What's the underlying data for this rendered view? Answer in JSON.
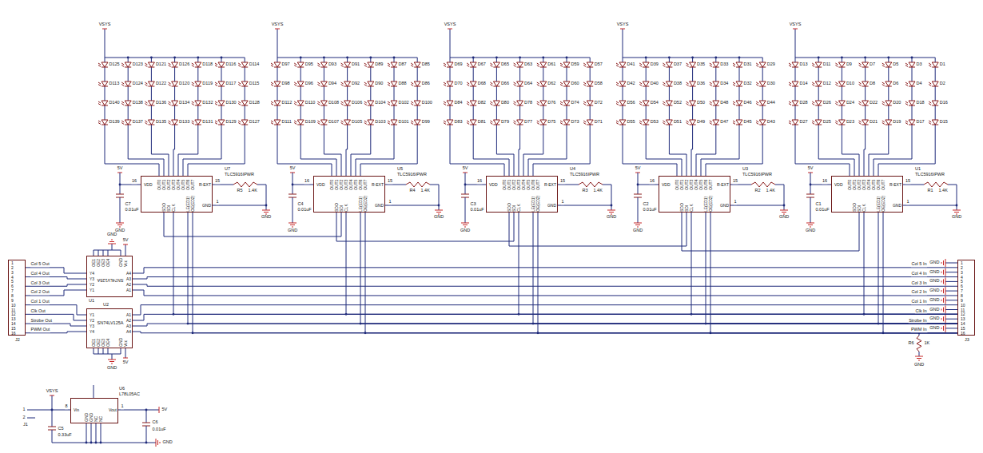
{
  "diagram": {
    "nodes": [
      {
        "text": [
          "U7",
          "TLC5916IPWR",
          "VDD",
          "R-EXT",
          "GND",
          "OUT0",
          "OUT1",
          "OUT2",
          "OUT3",
          "OUT4",
          "OUT5",
          "OUT6",
          "OUT7",
          "SDO",
          "SDI",
          "CLK",
          "LE(ED1)",
          "OE(ED2)"
        ]
      },
      {
        "text": [
          "U5",
          "TLC5916IPWR",
          "VDD",
          "R-EXT",
          "GND",
          "OUT0",
          "OUT1",
          "OUT2",
          "OUT3",
          "OUT4",
          "OUT5",
          "OUT6",
          "OUT7",
          "SDO",
          "SDI",
          "CLK",
          "LE(ED1)",
          "OE(ED2)"
        ]
      },
      {
        "text": [
          "U4",
          "TLC5916IPWR",
          "VDD",
          "R-EXT",
          "GND",
          "OUT0",
          "OUT1",
          "OUT2",
          "OUT3",
          "OUT4",
          "OUT5",
          "OUT6",
          "OUT7",
          "SDO",
          "SDI",
          "CLK",
          "LE(ED1)",
          "OE(ED2)"
        ]
      },
      {
        "text": [
          "U3",
          "TLC5916IPWR",
          "VDD",
          "R-EXT",
          "GND",
          "OUT0",
          "OUT1",
          "OUT2",
          "OUT3",
          "OUT4",
          "OUT5",
          "OUT6",
          "OUT7",
          "SDO",
          "SDI",
          "CLK",
          "LE(ED1)",
          "OE(ED2)"
        ]
      },
      {
        "text": [
          "U1",
          "TLC5916IPWR",
          "VDD",
          "R-EXT",
          "GND",
          "OUT0",
          "OUT1",
          "OUT2",
          "OUT3",
          "OUT4",
          "OUT5",
          "OUT6",
          "OUT7",
          "SDO",
          "SDI",
          "CLK",
          "LE(ED1)",
          "OE(ED2)"
        ]
      },
      {
        "text": [
          "J2",
          "1",
          "2",
          "3",
          "4",
          "5",
          "6",
          "7",
          "8",
          "9",
          "10",
          "11",
          "12",
          "13",
          "14",
          "15",
          "16"
        ]
      },
      {
        "text": [
          "U1",
          "SN74LV125A",
          "Y4",
          "Y3",
          "Y2",
          "Y1",
          "A4",
          "A3",
          "A2",
          "A1",
          "OE1",
          "OE2",
          "OE3",
          "OE4",
          "GND",
          "Vcc"
        ]
      },
      {
        "text": [
          "U2",
          "SN74LV125A",
          "Y1",
          "Y2",
          "Y3",
          "Y4",
          "A1",
          "A2",
          "A3",
          "A4",
          "OE1",
          "OE2",
          "OE3",
          "OE4",
          "GND",
          "Vcc"
        ]
      },
      {
        "text": [
          "J3",
          "1",
          "2",
          "3",
          "4",
          "5",
          "6",
          "7",
          "8",
          "9",
          "10",
          "11",
          "12",
          "13",
          "14",
          "15",
          "16"
        ]
      },
      {
        "text": [
          "U6",
          "L78L05AC",
          "Vin",
          "Vout",
          "GND",
          "GND",
          "NC",
          "NC"
        ]
      }
    ],
    "edges": [
      {
        "from": 6,
        "to": 5,
        "arrow": "none",
        "label": "Col 5 Out"
      },
      {
        "from": 6,
        "to": 5,
        "arrow": "none",
        "label": "Col 4 Out"
      },
      {
        "from": 6,
        "to": 5,
        "arrow": "none",
        "label": "Col 3 Out"
      },
      {
        "from": 6,
        "to": 5,
        "arrow": "none",
        "label": "Col 2 Out"
      },
      {
        "from": 7,
        "to": 5,
        "arrow": "none",
        "label": "Col 1 Out"
      },
      {
        "from": 7,
        "to": 5,
        "arrow": "none",
        "label": "Clk Out"
      },
      {
        "from": 7,
        "to": 5,
        "arrow": "none",
        "label": "Strobe Out"
      },
      {
        "from": 7,
        "to": 5,
        "arrow": "none",
        "label": "PWM Out"
      },
      {
        "from": 8,
        "to": 6,
        "arrow": "none",
        "label": "Col 5 In"
      },
      {
        "from": 8,
        "to": 6,
        "arrow": "none",
        "label": "Col 4 In"
      },
      {
        "from": 8,
        "to": 6,
        "arrow": "none",
        "label": "Col 3 In"
      },
      {
        "from": 8,
        "to": 6,
        "arrow": "none",
        "label": "Col 2 In"
      },
      {
        "from": 8,
        "to": 7,
        "arrow": "none",
        "label": "Col 1 In"
      },
      {
        "from": 8,
        "to": 7,
        "arrow": "none",
        "label": "Clk In"
      },
      {
        "from": 8,
        "to": 7,
        "arrow": "none",
        "label": "Strobe In"
      },
      {
        "from": 8,
        "to": 7,
        "arrow": "none",
        "label": "PWM In"
      },
      {
        "from": 0,
        "to": 8,
        "arrow": "none"
      },
      {
        "from": 0,
        "to": 8,
        "arrow": "none"
      },
      {
        "from": 0,
        "to": 8,
        "arrow": "none"
      },
      {
        "from": 1,
        "to": 8,
        "arrow": "none"
      },
      {
        "from": 1,
        "to": 8,
        "arrow": "none"
      },
      {
        "from": 1,
        "to": 8,
        "arrow": "none"
      },
      {
        "from": 2,
        "to": 8,
        "arrow": "none"
      },
      {
        "from": 2,
        "to": 8,
        "arrow": "none"
      },
      {
        "from": 2,
        "to": 8,
        "arrow": "none"
      },
      {
        "from": 3,
        "to": 8,
        "arrow": "none"
      },
      {
        "from": 3,
        "to": 8,
        "arrow": "none"
      },
      {
        "from": 3,
        "to": 8,
        "arrow": "none"
      },
      {
        "from": 4,
        "to": 8,
        "arrow": "none"
      },
      {
        "from": 4,
        "to": 8,
        "arrow": "none"
      },
      {
        "from": 4,
        "to": 8,
        "arrow": "none"
      },
      {
        "from": 0,
        "to": 1,
        "arrow": "none"
      },
      {
        "from": 1,
        "to": 2,
        "arrow": "none"
      },
      {
        "from": 2,
        "to": 3,
        "arrow": "none"
      },
      {
        "from": 3,
        "to": 4,
        "arrow": "none"
      }
    ],
    "labels": [
      "VSYS",
      "D125",
      "D123",
      "D121",
      "D126",
      "D118",
      "D116",
      "D114",
      "D113",
      "D124",
      "D122",
      "D120",
      "D119",
      "D117",
      "D115",
      "D140",
      "D138",
      "D136",
      "D134",
      "D132",
      "D130",
      "D128",
      "D139",
      "D137",
      "D135",
      "D133",
      "D131",
      "D129",
      "D127",
      "VSYS",
      "D97",
      "D95",
      "D93",
      "D91",
      "D89",
      "D87",
      "D85",
      "D98",
      "D96",
      "D94",
      "D92",
      "D90",
      "D88",
      "D86",
      "D112",
      "D110",
      "D108",
      "D106",
      "D104",
      "D102",
      "D100",
      "D111",
      "D109",
      "D107",
      "D105",
      "D103",
      "D101",
      "D99",
      "VSYS",
      "D69",
      "D67",
      "D65",
      "D63",
      "D61",
      "D59",
      "D57",
      "D70",
      "D68",
      "D66",
      "D64",
      "D62",
      "D60",
      "D58",
      "D84",
      "D82",
      "D80",
      "D78",
      "D76",
      "D74",
      "D72",
      "D83",
      "D81",
      "D79",
      "D77",
      "D75",
      "D73",
      "D71",
      "VSYS",
      "D41",
      "D39",
      "D37",
      "D35",
      "D33",
      "D31",
      "D29",
      "D42",
      "D40",
      "D38",
      "D36",
      "D34",
      "D32",
      "D30",
      "D56",
      "D54",
      "D52",
      "D50",
      "D48",
      "D46",
      "D44",
      "D55",
      "D53",
      "D51",
      "D49",
      "D47",
      "D45",
      "D43",
      "VSYS",
      "D13",
      "D11",
      "D9",
      "D7",
      "D5",
      "D3",
      "D1",
      "D14",
      "D12",
      "D10",
      "D8",
      "D6",
      "D4",
      "D2",
      "D28",
      "D26",
      "D24",
      "D22",
      "D20",
      "D18",
      "D16",
      "D27",
      "D25",
      "D23",
      "D21",
      "D19",
      "D17",
      "D15",
      "5V",
      "16",
      "C7",
      "0.01uF",
      "GND",
      "15",
      "R5",
      "1.4K",
      "1",
      "GND",
      "5V",
      "16",
      "C4",
      "0.01uF",
      "GND",
      "15",
      "R4",
      "1.4K",
      "1",
      "GND",
      "5V",
      "16",
      "C3",
      "0.01uF",
      "GND",
      "15",
      "R3",
      "1.4K",
      "1",
      "GND",
      "5V",
      "16",
      "C2",
      "0.01uF",
      "GND",
      "15",
      "R2",
      "1.4K",
      "1",
      "GND",
      "5V",
      "16",
      "C1",
      "0.01uF",
      "GND",
      "15",
      "R1",
      "1.4K",
      "1",
      "GND",
      "GND",
      "5V",
      "5V",
      "GND",
      "GND",
      "GND",
      "GND",
      "GND",
      "GND",
      "GND",
      "GND",
      "GND",
      "R6",
      "1K",
      "GND",
      "VSYS",
      "8",
      "1",
      "5V",
      "C5",
      "0.33uF",
      "C6",
      "0.01uF",
      "GND",
      "1",
      "2",
      "J1"
    ]
  }
}
